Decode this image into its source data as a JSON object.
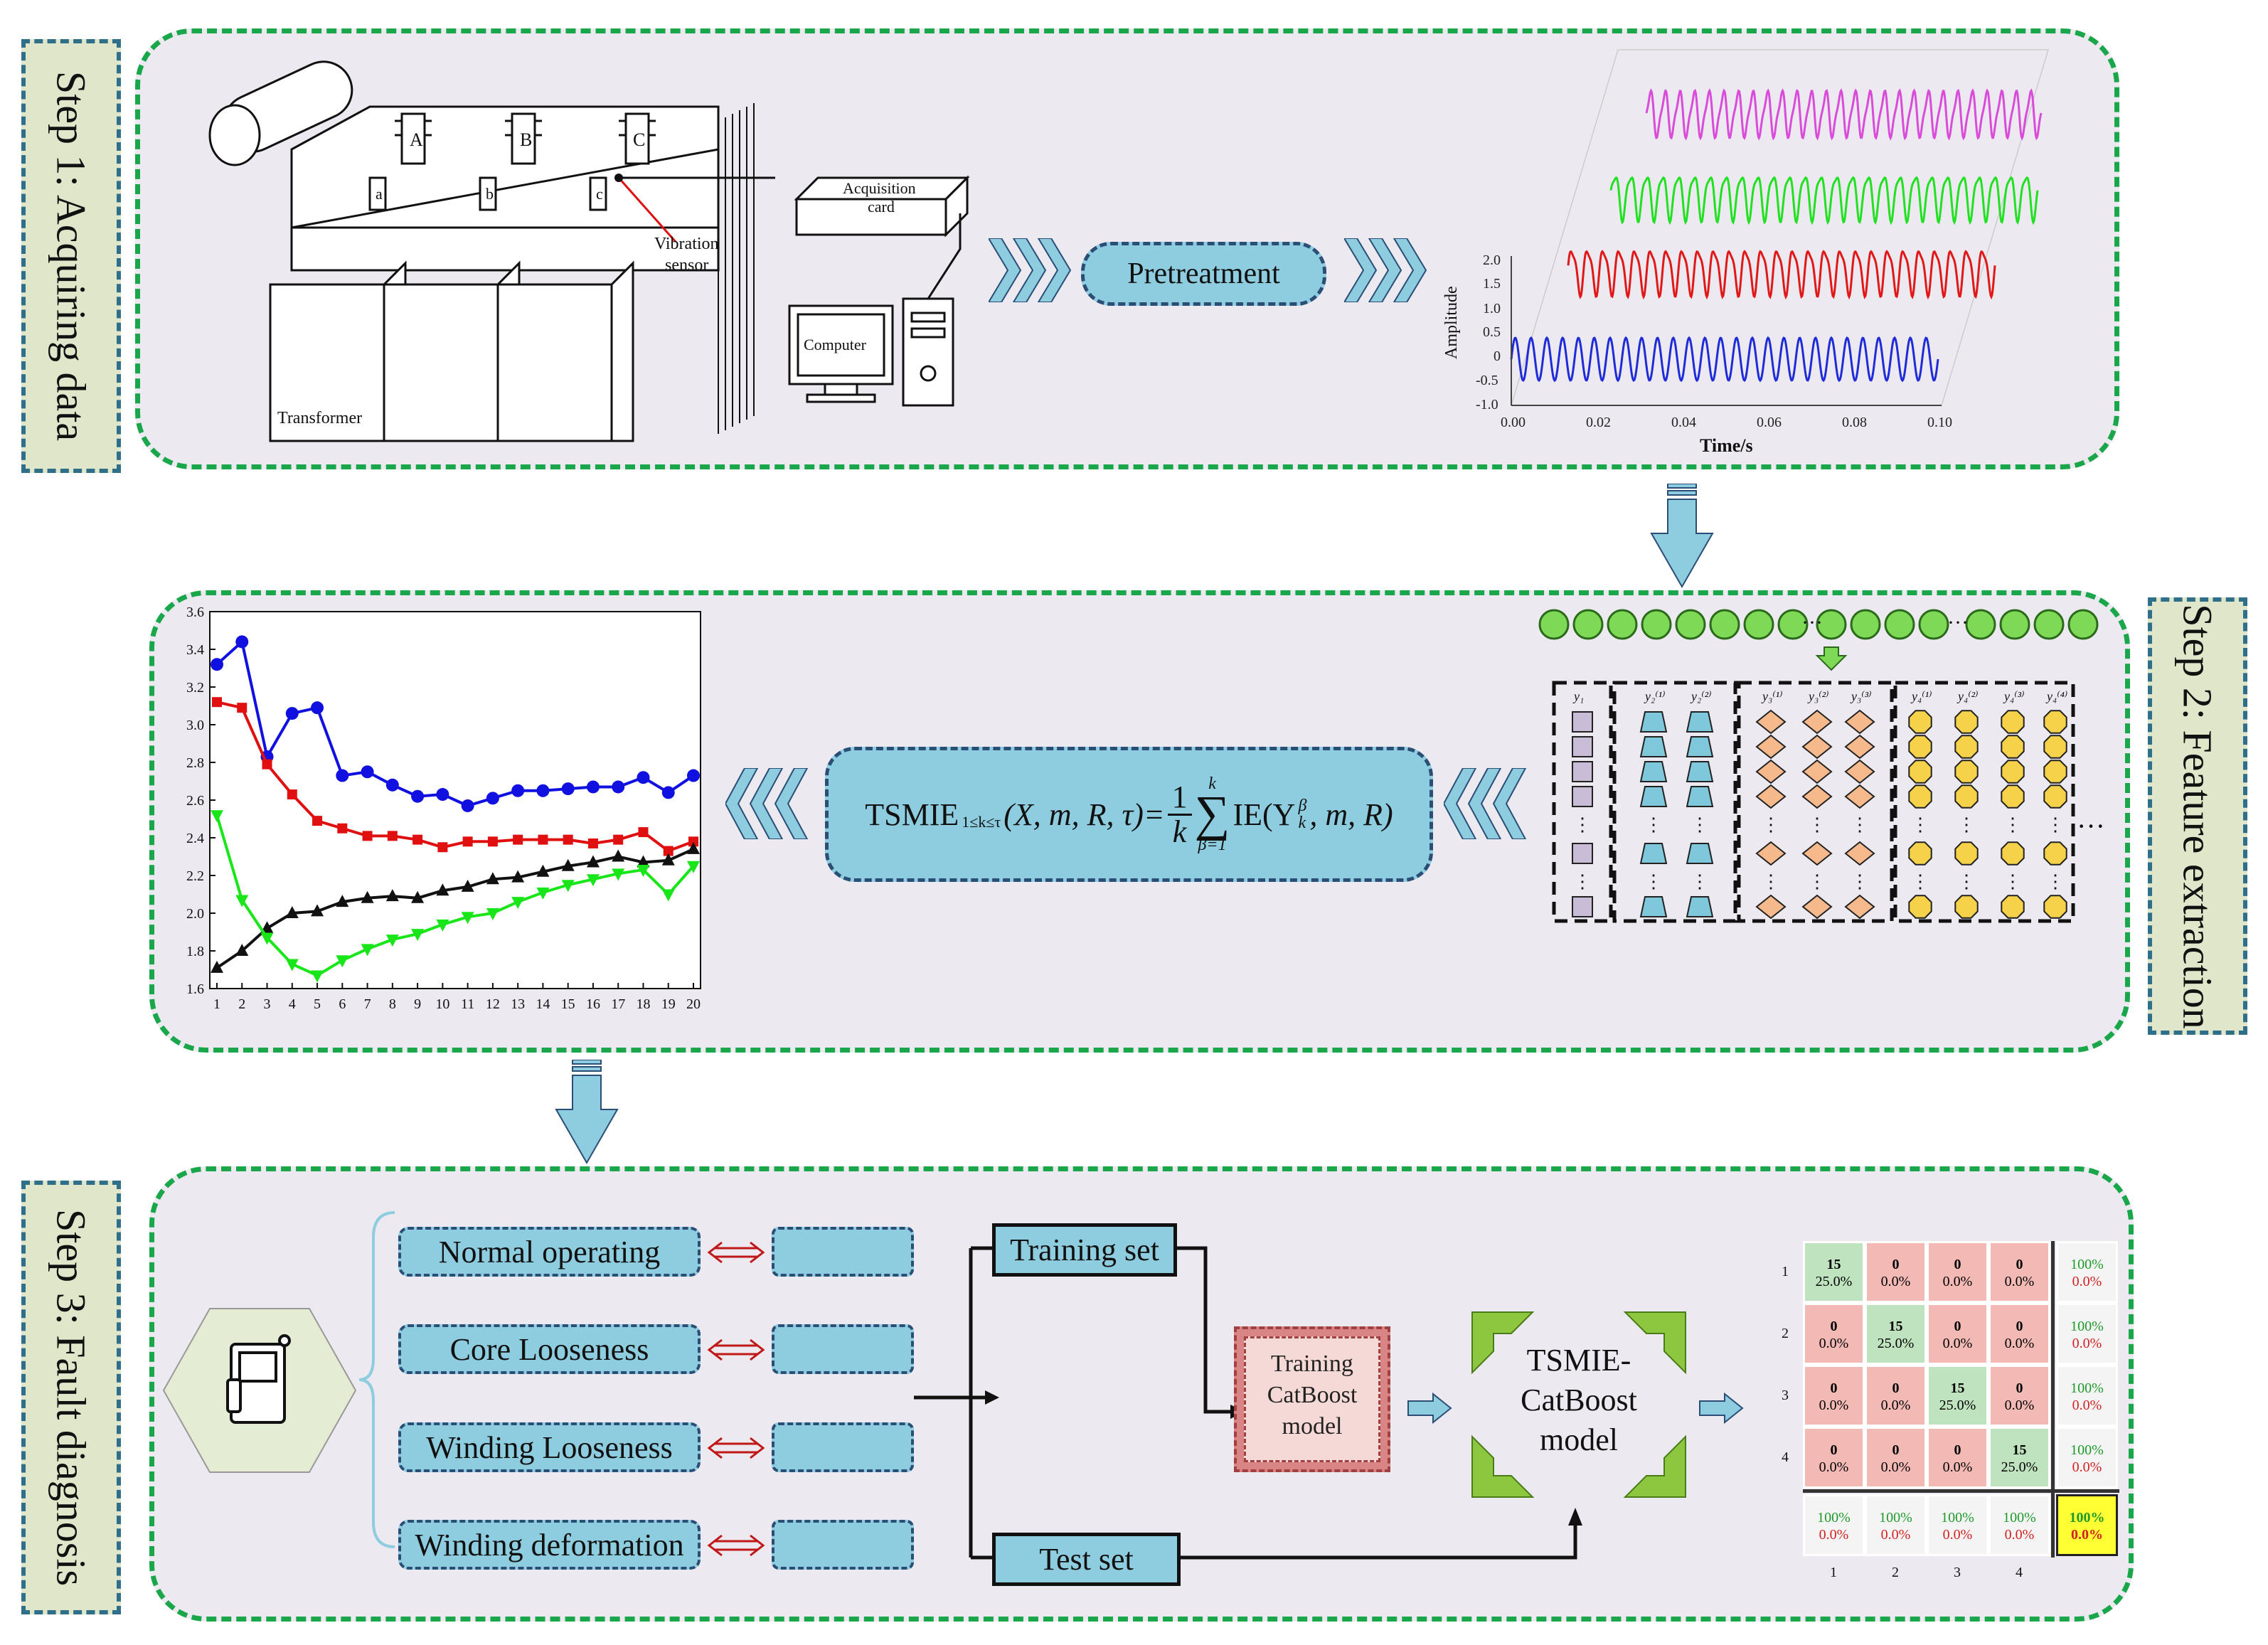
{
  "steps": {
    "step1": "Step 1: Acquiring data",
    "step2": "Step 2: Feature extraction",
    "step3": "Step 3: Fault diagnosis"
  },
  "transformer": {
    "phase_a": "A",
    "phase_b": "B",
    "phase_c": "C",
    "phase_a_low": "a",
    "phase_b_low": "b",
    "phase_c_low": "c",
    "label": "Transformer",
    "sensor_label_1": "Vibration",
    "sensor_label_2": "sensor"
  },
  "acquisition": {
    "line1": "Acquisition",
    "line2": "card"
  },
  "computer": {
    "label": "Computer"
  },
  "pretreatment": {
    "label": "Pretreatment"
  },
  "signal_plot": {
    "ylabel": "Amplitude",
    "xlabel": "Time/s",
    "yticks": [
      "2.0",
      "1.5",
      "1.0",
      "0.5",
      "0",
      "-0.5",
      "-1.0"
    ],
    "xticks": [
      "0.00",
      "0.02",
      "0.04",
      "0.06",
      "0.08",
      "0.10"
    ],
    "colors": [
      "#1f2bd6",
      "#e01818",
      "#22e022",
      "#d94cd9"
    ]
  },
  "formula": {
    "lhs": "TSMIE",
    "lhs_sub": "1≤k≤τ",
    "args": "(X, m, R, τ)=",
    "frac_num": "1",
    "frac_den": "k",
    "sum_top": "k",
    "sum_bottom": "β=1",
    "rhs": "IE(Y",
    "rhs_sub": "k",
    "rhs_sup": "β",
    "rhs_end": ", m, R)"
  },
  "coarse_grain": {
    "labels_y1": [
      "y₁"
    ],
    "labels_y2": [
      "y₂⁽¹⁾",
      "y₂⁽²⁾"
    ],
    "labels_y3": [
      "y₃⁽¹⁾",
      "y₃⁽²⁾",
      "y₃⁽³⁾"
    ],
    "labels_y4": [
      "y₄⁽¹⁾",
      "y₄⁽²⁾",
      "y₄⁽³⁾",
      "y₄⁽⁴⁾"
    ],
    "dots": "···",
    "colors": {
      "square": "#c9bcd6",
      "trap": "#7fc8dc",
      "diamond": "#f5b98c",
      "hex": "#f5d24a",
      "circle": "#7ed957"
    }
  },
  "chart_data": {
    "type": "line",
    "x": [
      1,
      2,
      3,
      4,
      5,
      6,
      7,
      8,
      9,
      10,
      11,
      12,
      13,
      14,
      15,
      16,
      17,
      18,
      19,
      20
    ],
    "ylim": [
      1.6,
      3.6
    ],
    "yticks": [
      "1.6",
      "1.8",
      "2.0",
      "2.2",
      "2.4",
      "2.6",
      "2.8",
      "3.0",
      "3.2",
      "3.4",
      "3.6"
    ],
    "series": [
      {
        "color": "#1010e0",
        "marker": "circle",
        "values": [
          3.32,
          3.44,
          2.83,
          3.06,
          3.09,
          2.73,
          2.75,
          2.68,
          2.62,
          2.63,
          2.57,
          2.61,
          2.65,
          2.65,
          2.66,
          2.67,
          2.67,
          2.72,
          2.64,
          2.73
        ]
      },
      {
        "color": "#e01010",
        "marker": "square",
        "values": [
          3.12,
          3.09,
          2.79,
          2.63,
          2.49,
          2.45,
          2.41,
          2.41,
          2.39,
          2.35,
          2.38,
          2.38,
          2.39,
          2.39,
          2.39,
          2.37,
          2.39,
          2.43,
          2.33,
          2.38
        ]
      },
      {
        "color": "#111111",
        "marker": "triangle-up",
        "values": [
          1.71,
          1.8,
          1.92,
          2.0,
          2.01,
          2.06,
          2.08,
          2.09,
          2.08,
          2.12,
          2.14,
          2.18,
          2.19,
          2.22,
          2.25,
          2.27,
          2.3,
          2.27,
          2.28,
          2.34
        ]
      },
      {
        "color": "#19e619",
        "marker": "triangle-down",
        "values": [
          2.52,
          2.07,
          1.87,
          1.73,
          1.67,
          1.75,
          1.81,
          1.86,
          1.89,
          1.94,
          1.98,
          2.0,
          2.06,
          2.11,
          2.15,
          2.18,
          2.21,
          2.23,
          2.1,
          2.25
        ]
      }
    ]
  },
  "fault_classes": [
    {
      "label": "Normal operating"
    },
    {
      "label": "Core Looseness"
    },
    {
      "label": "Winding Looseness"
    },
    {
      "label": "Winding deformation"
    }
  ],
  "sets": {
    "train": "Training set",
    "test": "Test set"
  },
  "training_box": {
    "line1": "Training",
    "line2": "CatBoost",
    "line3": "model"
  },
  "model": {
    "line1": "TSMIE-",
    "line2": "CatBoost",
    "line3": "model"
  },
  "confusion": {
    "row_labels": [
      "1",
      "2",
      "3",
      "4"
    ],
    "col_labels": [
      "1",
      "2",
      "3",
      "4"
    ],
    "rows": [
      [
        {
          "n": "15",
          "p": "25.0%"
        },
        {
          "n": "0",
          "p": "0.0%"
        },
        {
          "n": "0",
          "p": "0.0%"
        },
        {
          "n": "0",
          "p": "0.0%"
        }
      ],
      [
        {
          "n": "0",
          "p": "0.0%"
        },
        {
          "n": "15",
          "p": "25.0%"
        },
        {
          "n": "0",
          "p": "0.0%"
        },
        {
          "n": "0",
          "p": "0.0%"
        }
      ],
      [
        {
          "n": "0",
          "p": "0.0%"
        },
        {
          "n": "0",
          "p": "0.0%"
        },
        {
          "n": "15",
          "p": "25.0%"
        },
        {
          "n": "0",
          "p": "0.0%"
        }
      ],
      [
        {
          "n": "0",
          "p": "0.0%"
        },
        {
          "n": "0",
          "p": "0.0%"
        },
        {
          "n": "0",
          "p": "0.0%"
        },
        {
          "n": "15",
          "p": "25.0%"
        }
      ]
    ],
    "row_summary": [
      {
        "g": "100%",
        "r": "0.0%"
      },
      {
        "g": "100%",
        "r": "0.0%"
      },
      {
        "g": "100%",
        "r": "0.0%"
      },
      {
        "g": "100%",
        "r": "0.0%"
      }
    ],
    "col_summary": [
      {
        "g": "100%",
        "r": "0.0%"
      },
      {
        "g": "100%",
        "r": "0.0%"
      },
      {
        "g": "100%",
        "r": "0.0%"
      },
      {
        "g": "100%",
        "r": "0.0%"
      }
    ],
    "total": {
      "g": "100%",
      "r": "0.0%"
    }
  }
}
